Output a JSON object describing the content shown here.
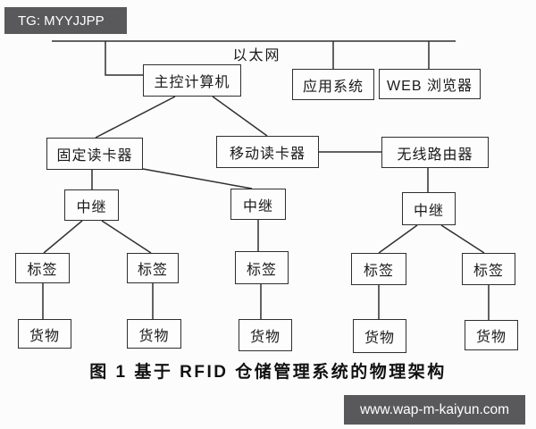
{
  "watermark_top": {
    "text": "TG: MYYJJPP"
  },
  "watermark_bottom": {
    "text": "www.wap-m-kaiyun.com"
  },
  "diagram": {
    "ethernet_label": "以太网",
    "nodes": {
      "main_computer": "主控计算机",
      "app_system": "应用系统",
      "web_browser": "WEB 浏览器",
      "fixed_reader": "固定读卡器",
      "mobile_reader": "移动读卡器",
      "wireless_router": "无线路由器",
      "repeater": "中继",
      "tag": "标签",
      "goods": "货物"
    },
    "edges": [
      [
        "以太网",
        "主控计算机"
      ],
      [
        "以太网",
        "应用系统"
      ],
      [
        "以太网",
        "WEB 浏览器"
      ],
      [
        "主控计算机",
        "固定读卡器"
      ],
      [
        "主控计算机",
        "移动读卡器"
      ],
      [
        "移动读卡器",
        "无线路由器"
      ],
      [
        "固定读卡器",
        "中继-1"
      ],
      [
        "固定读卡器",
        "中继-2"
      ],
      [
        "无线路由器",
        "中继-3"
      ],
      [
        "中继-1",
        "标签-1"
      ],
      [
        "中继-1",
        "标签-2"
      ],
      [
        "中继-2",
        "标签-3"
      ],
      [
        "中继-3",
        "标签-4"
      ],
      [
        "中继-3",
        "标签-5"
      ],
      [
        "标签-1",
        "货物-1"
      ],
      [
        "标签-2",
        "货物-2"
      ],
      [
        "标签-3",
        "货物-3"
      ],
      [
        "标签-4",
        "货物-4"
      ],
      [
        "标签-5",
        "货物-5"
      ]
    ]
  },
  "caption": "图 1  基于 RFID 仓储管理系统的物理架构",
  "colors": {
    "background": "#fcfcfc",
    "line": "#2f2f2f",
    "watermark_bg": "#59595b",
    "watermark_text": "#ffffff",
    "caption_text": "#111111"
  }
}
